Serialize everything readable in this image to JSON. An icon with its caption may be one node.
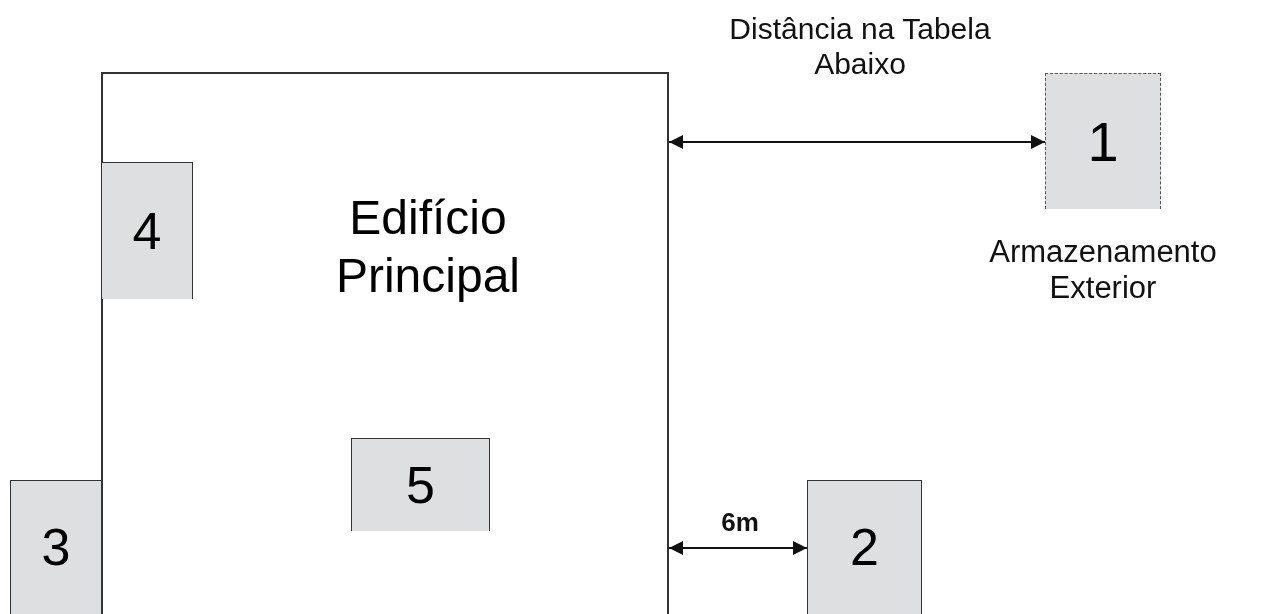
{
  "diagram": {
    "nodes": [
      {
        "text": [
          "Edifício Principal"
        ]
      },
      {
        "text": [
          "1"
        ],
        "beside": [
          "Armazenamento Exterior"
        ]
      },
      {
        "text": [
          "4"
        ],
        "in": 0
      },
      {
        "text": [
          "5"
        ],
        "in": 0
      },
      {
        "text": [
          "3"
        ]
      },
      {
        "text": [
          "2"
        ]
      }
    ],
    "edges": [
      {
        "from": 0,
        "to": 1,
        "arrow": "both",
        "label": "Distância na Tabela Abaixo"
      },
      {
        "from": 0,
        "to": 5,
        "arrow": "both",
        "label": "6m"
      }
    ]
  }
}
